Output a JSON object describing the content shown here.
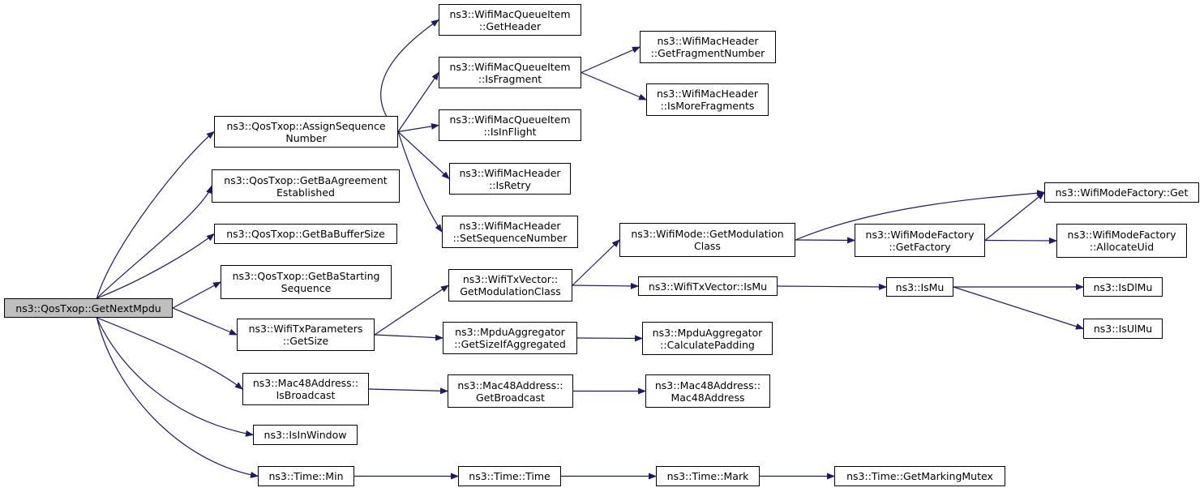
{
  "colors": {
    "edge": "#191970",
    "node_border": "#000000",
    "root_fill": "#bfbfbf",
    "node_fill": "#ffffff"
  },
  "nodes": [
    {
      "id": "root",
      "lines": [
        "ns3::QosTxop::GetNextMpdu"
      ]
    },
    {
      "id": "assignSeq",
      "lines": [
        "ns3::QosTxop::AssignSequence",
        "Number"
      ]
    },
    {
      "id": "qiGetHeader",
      "lines": [
        "ns3::WifiMacQueueItem",
        "::GetHeader"
      ]
    },
    {
      "id": "qiIsFragment",
      "lines": [
        "ns3::WifiMacQueueItem",
        "::IsFragment"
      ]
    },
    {
      "id": "hdrFragNum",
      "lines": [
        "ns3::WifiMacHeader",
        "::GetFragmentNumber"
      ]
    },
    {
      "id": "hdrMoreFrag",
      "lines": [
        "ns3::WifiMacHeader",
        "::IsMoreFragments"
      ]
    },
    {
      "id": "qiInFlight",
      "lines": [
        "ns3::WifiMacQueueItem",
        "::IsInFlight"
      ]
    },
    {
      "id": "hdrIsRetry",
      "lines": [
        "ns3::WifiMacHeader",
        "::IsRetry"
      ]
    },
    {
      "id": "hdrSetSeq",
      "lines": [
        "ns3::WifiMacHeader",
        "::SetSequenceNumber"
      ]
    },
    {
      "id": "baEstablished",
      "lines": [
        "ns3::QosTxop::GetBaAgreement",
        "Established"
      ]
    },
    {
      "id": "baBuffer",
      "lines": [
        "ns3::QosTxop::GetBaBufferSize"
      ]
    },
    {
      "id": "baStarting",
      "lines": [
        "ns3::QosTxop::GetBaStarting",
        "Sequence"
      ]
    },
    {
      "id": "txParamsSize",
      "lines": [
        "ns3::WifiTxParameters",
        "::GetSize"
      ]
    },
    {
      "id": "txvecModClass",
      "lines": [
        "ns3::WifiTxVector::",
        "GetModulationClass"
      ]
    },
    {
      "id": "modeModClass",
      "lines": [
        "ns3::WifiMode::GetModulation",
        "Class"
      ]
    },
    {
      "id": "modeFactoryGet",
      "lines": [
        "ns3::WifiModeFactory::Get"
      ]
    },
    {
      "id": "modeFactoryGetFactory",
      "lines": [
        "ns3::WifiModeFactory",
        "::GetFactory"
      ]
    },
    {
      "id": "modeFactoryAlloc",
      "lines": [
        "ns3::WifiModeFactory",
        "::AllocateUid"
      ]
    },
    {
      "id": "txvecIsMu",
      "lines": [
        "ns3::WifiTxVector::IsMu"
      ]
    },
    {
      "id": "isMu",
      "lines": [
        "ns3::IsMu"
      ]
    },
    {
      "id": "isDlMu",
      "lines": [
        "ns3::IsDlMu"
      ]
    },
    {
      "id": "isUlMu",
      "lines": [
        "ns3::IsUlMu"
      ]
    },
    {
      "id": "aggSize",
      "lines": [
        "ns3::MpduAggregator",
        "::GetSizeIfAggregated"
      ]
    },
    {
      "id": "aggPadding",
      "lines": [
        "ns3::MpduAggregator",
        "::CalculatePadding"
      ]
    },
    {
      "id": "macIsBroadcast",
      "lines": [
        "ns3::Mac48Address::",
        "IsBroadcast"
      ]
    },
    {
      "id": "macGetBroadcast",
      "lines": [
        "ns3::Mac48Address::",
        "GetBroadcast"
      ]
    },
    {
      "id": "macCtor",
      "lines": [
        "ns3::Mac48Address::",
        "Mac48Address"
      ]
    },
    {
      "id": "isInWindow",
      "lines": [
        "ns3::IsInWindow"
      ]
    },
    {
      "id": "timeMin",
      "lines": [
        "ns3::Time::Min"
      ]
    },
    {
      "id": "timeTime",
      "lines": [
        "ns3::Time::Time"
      ]
    },
    {
      "id": "timeMark",
      "lines": [
        "ns3::Time::Mark"
      ]
    },
    {
      "id": "timeMutex",
      "lines": [
        "ns3::Time::GetMarkingMutex"
      ]
    }
  ],
  "edges": [
    [
      "root",
      "assignSeq"
    ],
    [
      "root",
      "baEstablished"
    ],
    [
      "root",
      "baBuffer"
    ],
    [
      "root",
      "baStarting"
    ],
    [
      "root",
      "txParamsSize"
    ],
    [
      "root",
      "macIsBroadcast"
    ],
    [
      "root",
      "isInWindow"
    ],
    [
      "root",
      "timeMin"
    ],
    [
      "assignSeq",
      "qiGetHeader"
    ],
    [
      "assignSeq",
      "qiIsFragment"
    ],
    [
      "assignSeq",
      "qiInFlight"
    ],
    [
      "assignSeq",
      "hdrIsRetry"
    ],
    [
      "assignSeq",
      "hdrSetSeq"
    ],
    [
      "qiIsFragment",
      "hdrFragNum"
    ],
    [
      "qiIsFragment",
      "hdrMoreFrag"
    ],
    [
      "txParamsSize",
      "txvecModClass"
    ],
    [
      "txParamsSize",
      "aggSize"
    ],
    [
      "txvecModClass",
      "modeModClass"
    ],
    [
      "txvecModClass",
      "txvecIsMu"
    ],
    [
      "modeModClass",
      "modeFactoryGet"
    ],
    [
      "modeModClass",
      "modeFactoryGetFactory"
    ],
    [
      "modeFactoryGetFactory",
      "modeFactoryGet"
    ],
    [
      "modeFactoryGetFactory",
      "modeFactoryAlloc"
    ],
    [
      "txvecIsMu",
      "isMu"
    ],
    [
      "isMu",
      "isDlMu"
    ],
    [
      "isMu",
      "isUlMu"
    ],
    [
      "aggSize",
      "aggPadding"
    ],
    [
      "macIsBroadcast",
      "macGetBroadcast"
    ],
    [
      "macGetBroadcast",
      "macCtor"
    ],
    [
      "timeMin",
      "timeTime"
    ],
    [
      "timeTime",
      "timeMark"
    ],
    [
      "timeMark",
      "timeMutex"
    ]
  ]
}
